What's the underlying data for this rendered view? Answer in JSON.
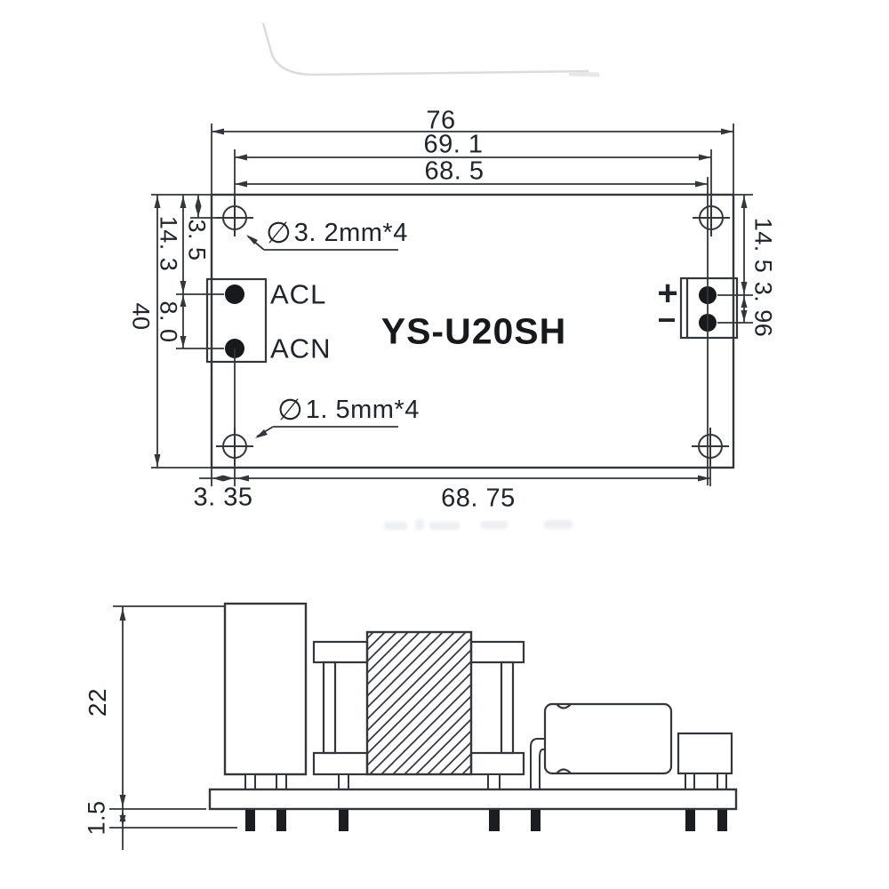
{
  "meta": {
    "line_color": "#33363a",
    "text_color": "#20242c",
    "background_color": "#ffffff"
  },
  "title": {
    "model": "YS-U20SH"
  },
  "top_view": {
    "dimensions": {
      "overall_width": "76",
      "mount_hole_span": "69. 1",
      "output_pin_span": "68. 5",
      "hole_top_offset": "3. 5",
      "acl_pin_top_offset": "14. 3",
      "ac_pin_pitch": "8. 0",
      "overall_height": "40",
      "dc_pin_top_offset": "14. 5",
      "dc_pin_pitch": "3. 96",
      "hole_left_offset": "3. 35",
      "bottom_hole_span": "68. 75"
    },
    "callouts": {
      "mounting_holes": {
        "symbol": "∅",
        "label": "3. 2mm*4"
      },
      "pin_holes": {
        "symbol": "∅",
        "label": "1. 5mm*4"
      }
    },
    "terminals": {
      "ac_line": "ACL",
      "ac_neutral": "ACN",
      "dc_positive": "+",
      "dc_negative": "−"
    }
  },
  "side_view": {
    "dimensions": {
      "component_height": "22",
      "pin_length": "1.5"
    }
  }
}
